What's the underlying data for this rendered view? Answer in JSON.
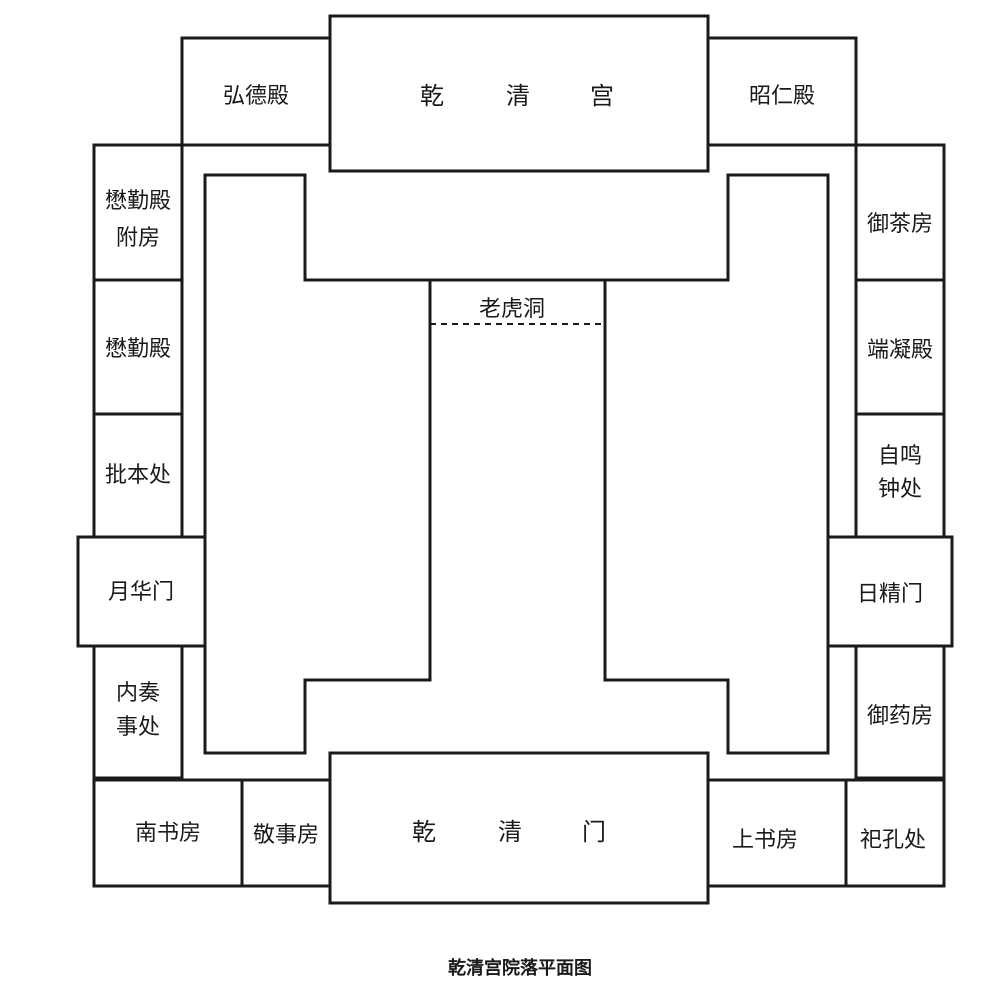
{
  "diagram": {
    "caption": "乾清宫院落平面图",
    "palace_main": [
      "乾",
      "清",
      "宫"
    ],
    "gate_main": [
      "乾",
      "清",
      "门"
    ],
    "hongde_hall": "弘德殿",
    "zhaoren_hall": "昭仁殿",
    "maoqin_annex": [
      "懋勤殿",
      "附房"
    ],
    "maoqin_hall": "懋勤殿",
    "piben_office": "批本处",
    "yuehua_gate": "月华门",
    "neizou_office": [
      "内奏",
      "事处"
    ],
    "nanshu_room": "南书房",
    "jingshi_room": "敬事房",
    "shangshu_room": "上书房",
    "sikong_office": "祀孔处",
    "yucha_room": "御茶房",
    "duanning_hall": "端凝殿",
    "ziming_office": [
      "自鸣",
      "钟处"
    ],
    "rijing_gate": "日精门",
    "yuyao_room": "御药房",
    "tiger_cave": "老虎洞"
  }
}
